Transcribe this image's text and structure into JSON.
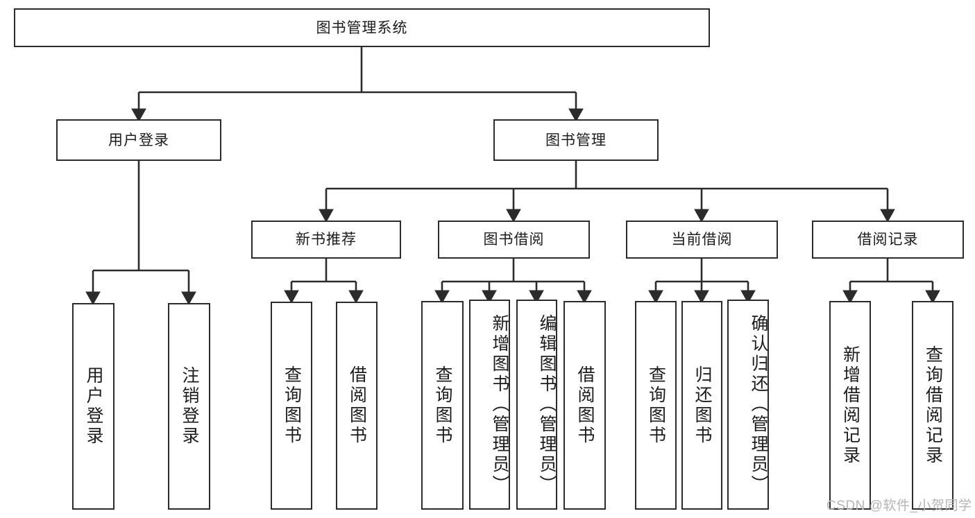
{
  "diagram": {
    "title": "图书管理系统",
    "type": "tree-hierarchy",
    "root": {
      "id": "root",
      "label": "图书管理系统"
    },
    "level2": [
      {
        "id": "user-login",
        "label": "用户登录"
      },
      {
        "id": "book-manage",
        "label": "图书管理"
      }
    ],
    "level3": [
      {
        "id": "new-book-rec",
        "label": "新书推荐",
        "parent": "book-manage"
      },
      {
        "id": "book-borrow",
        "label": "图书借阅",
        "parent": "book-manage"
      },
      {
        "id": "current-borrow",
        "label": "当前借阅",
        "parent": "book-manage"
      },
      {
        "id": "borrow-record",
        "label": "借阅记录",
        "parent": "book-manage"
      }
    ],
    "leaves": [
      {
        "id": "leaf-user-login",
        "label": "用户登录",
        "parent": "user-login",
        "align": "mid"
      },
      {
        "id": "leaf-user-logout",
        "label": "注销登录",
        "parent": "user-login",
        "align": "mid"
      },
      {
        "id": "leaf-query-book-1",
        "label": "查询图书",
        "parent": "new-book-rec",
        "align": "mid"
      },
      {
        "id": "leaf-borrow-book-1",
        "label": "借阅图书",
        "parent": "new-book-rec",
        "align": "mid"
      },
      {
        "id": "leaf-query-book-2",
        "label": "查询图书",
        "parent": "book-borrow",
        "align": "mid"
      },
      {
        "id": "leaf-add-book",
        "label": "新增图书（管理员）",
        "parent": "book-borrow",
        "align": "top"
      },
      {
        "id": "leaf-edit-book",
        "label": "编辑图书（管理员）",
        "parent": "book-borrow",
        "align": "top"
      },
      {
        "id": "leaf-borrow-book-2",
        "label": "借阅图书",
        "parent": "book-borrow",
        "align": "mid"
      },
      {
        "id": "leaf-query-book-3",
        "label": "查询图书",
        "parent": "current-borrow",
        "align": "mid"
      },
      {
        "id": "leaf-return-book",
        "label": "归还图书",
        "parent": "current-borrow",
        "align": "mid"
      },
      {
        "id": "leaf-confirm-return",
        "label": "确认归还（管理员）",
        "parent": "current-borrow",
        "align": "top"
      },
      {
        "id": "leaf-add-record",
        "label": "新增借阅记录",
        "parent": "borrow-record",
        "align": "mid"
      },
      {
        "id": "leaf-query-record",
        "label": "查询借阅记录",
        "parent": "borrow-record",
        "align": "mid"
      }
    ],
    "colors": {
      "stroke": "#2b2b2b",
      "fill": "#ffffff",
      "text": "#1c1c1c",
      "watermark": "#b4b4b4"
    }
  },
  "watermark": {
    "text": "CSDN @软件_小贺同学"
  }
}
